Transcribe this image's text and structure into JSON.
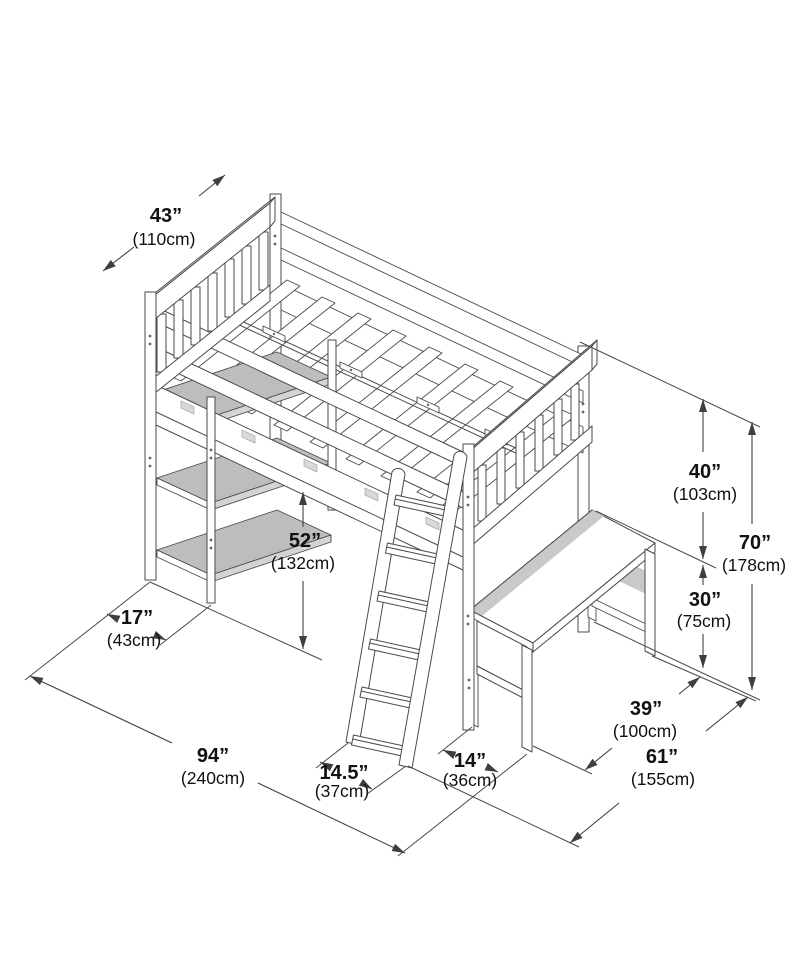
{
  "diagram": {
    "kind": "isometric dimension drawing",
    "subject": "loft bed with guard rails, ladder, shelf unit and desk"
  },
  "dimensions": {
    "headboard_width": {
      "in": "43”",
      "cm": "(110cm)"
    },
    "rail_to_desktop_height": {
      "in": "40”",
      "cm": "(103cm)"
    },
    "overall_height": {
      "in": "70”",
      "cm": "(178cm)"
    },
    "desk_height": {
      "in": "30”",
      "cm": "(75cm)"
    },
    "underbed_clearance": {
      "in": "52”",
      "cm": "(132cm)"
    },
    "shelf_depth": {
      "in": "17”",
      "cm": "(43cm)"
    },
    "overall_length": {
      "in": "94”",
      "cm": "(240cm)"
    },
    "ladder_footprint_depth": {
      "in": "14.5”",
      "cm": "(37cm)"
    },
    "desk_depth": {
      "in": "14”",
      "cm": "(36cm)"
    },
    "desk_length": {
      "in": "39”",
      "cm": "(100cm)"
    },
    "overall_depth": {
      "in": "61”",
      "cm": "(155cm)"
    }
  },
  "colors": {
    "background": "#ffffff",
    "line": "#4a4a4a",
    "dimension_line": "#3f3f3f",
    "text": "#111111",
    "shelf_fill": "#bdbdbd",
    "shadow_fill": "#c9c9c9"
  }
}
